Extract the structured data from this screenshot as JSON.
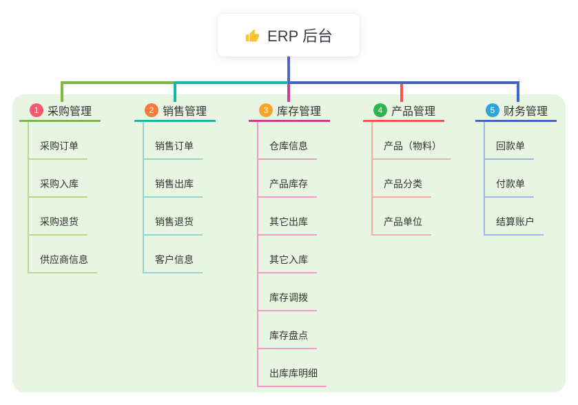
{
  "root": {
    "icon": "thumbs-up",
    "label": "ERP 后台"
  },
  "panel_bg": "#e8f5e2",
  "stem_color": "#5465c4",
  "text_color": "#333333",
  "branches": [
    {
      "number": "1",
      "title": "采购管理",
      "badge_color": "#f4586f",
      "line_color": "#7cb93f",
      "child_line_color": "#b7d98f",
      "children": [
        "采购订单",
        "采购入库",
        "采购退货",
        "供应商信息"
      ]
    },
    {
      "number": "2",
      "title": "销售管理",
      "badge_color": "#f57b3d",
      "line_color": "#13b8ab",
      "child_line_color": "#90d8cf",
      "children": [
        "销售订单",
        "销售出库",
        "销售退货",
        "客户信息"
      ]
    },
    {
      "number": "3",
      "title": "库存管理",
      "badge_color": "#f9a428",
      "line_color": "#ca3e94",
      "child_line_color": "#f09aca",
      "children": [
        "仓库信息",
        "产品库存",
        "其它出库",
        "其它入库",
        "库存调拨",
        "库存盘点",
        "出库库明细"
      ]
    },
    {
      "number": "4",
      "title": "产品管理",
      "badge_color": "#2fb350",
      "line_color": "#f4564c",
      "child_line_color": "#f9aba4",
      "children": [
        "产品（物料）",
        "产品分类",
        "产品单位"
      ]
    },
    {
      "number": "5",
      "title": "财务管理",
      "badge_color": "#2da3da",
      "line_color": "#4064c8",
      "child_line_color": "#a3b5e8",
      "children": [
        "回款单",
        "付款单",
        "结算账户"
      ]
    }
  ]
}
